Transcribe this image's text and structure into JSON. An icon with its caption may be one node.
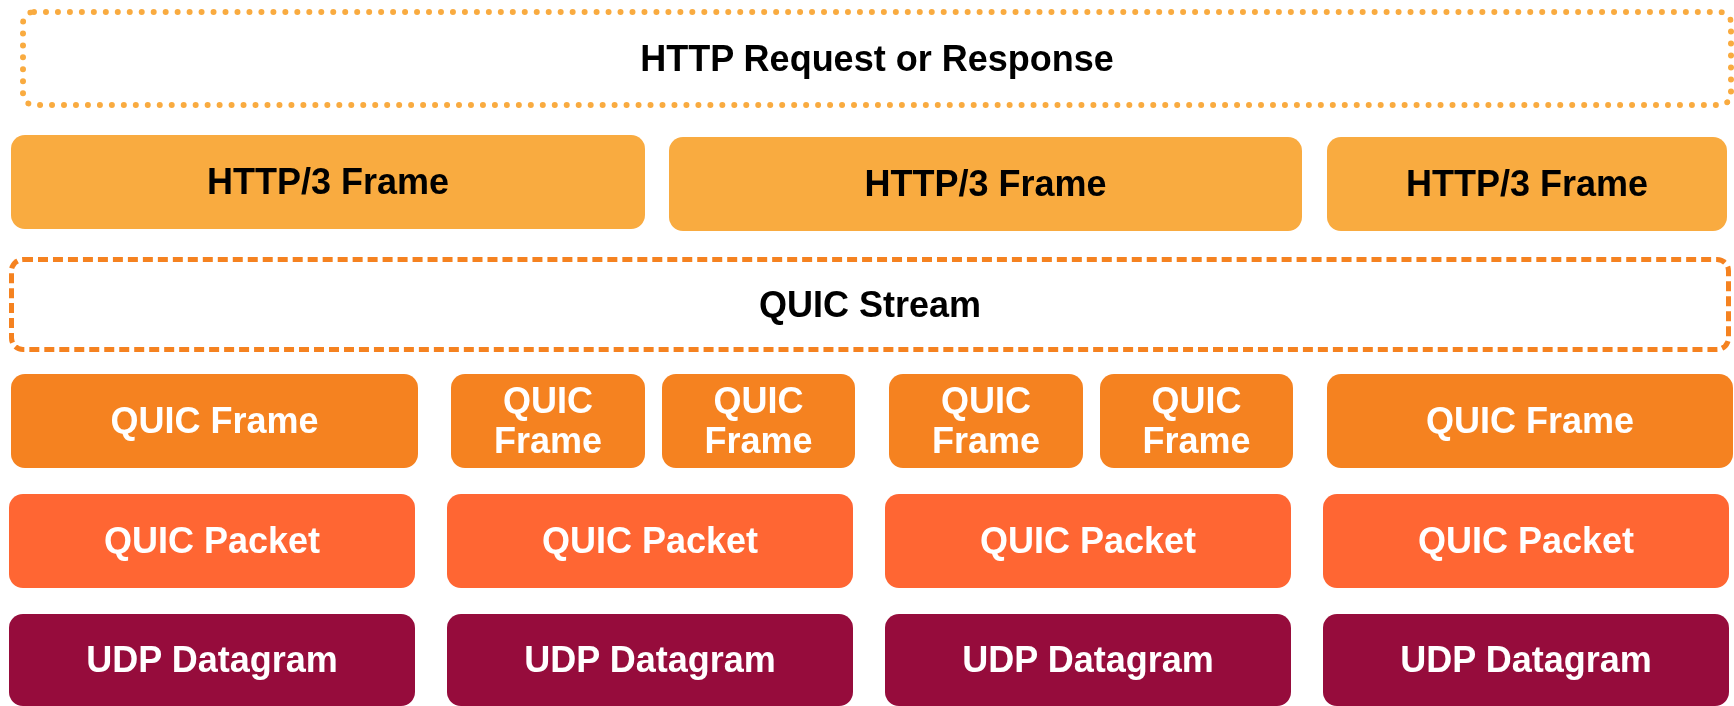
{
  "diagram": {
    "nodes": [
      {
        "text": [
          "HTTP Request or Response"
        ]
      },
      {
        "text": [
          "HTTP/3 Frame"
        ]
      },
      {
        "text": [
          "HTTP/3 Frame"
        ]
      },
      {
        "text": [
          "HTTP/3 Frame"
        ]
      },
      {
        "text": [
          "QUIC Stream"
        ]
      },
      {
        "text": [
          "QUIC Frame"
        ]
      },
      {
        "text": [
          "QUIC Frame"
        ]
      },
      {
        "text": [
          "QUIC Frame"
        ]
      },
      {
        "text": [
          "QUIC Frame"
        ]
      },
      {
        "text": [
          "QUIC Frame"
        ]
      },
      {
        "text": [
          "QUIC Frame"
        ]
      },
      {
        "text": [
          "QUIC Packet"
        ]
      },
      {
        "text": [
          "QUIC Packet"
        ]
      },
      {
        "text": [
          "QUIC Packet"
        ]
      },
      {
        "text": [
          "QUIC Packet"
        ]
      },
      {
        "text": [
          "UDP Datagram"
        ]
      },
      {
        "text": [
          "UDP Datagram"
        ]
      },
      {
        "text": [
          "UDP Datagram"
        ]
      },
      {
        "text": [
          "UDP Datagram"
        ]
      }
    ]
  }
}
